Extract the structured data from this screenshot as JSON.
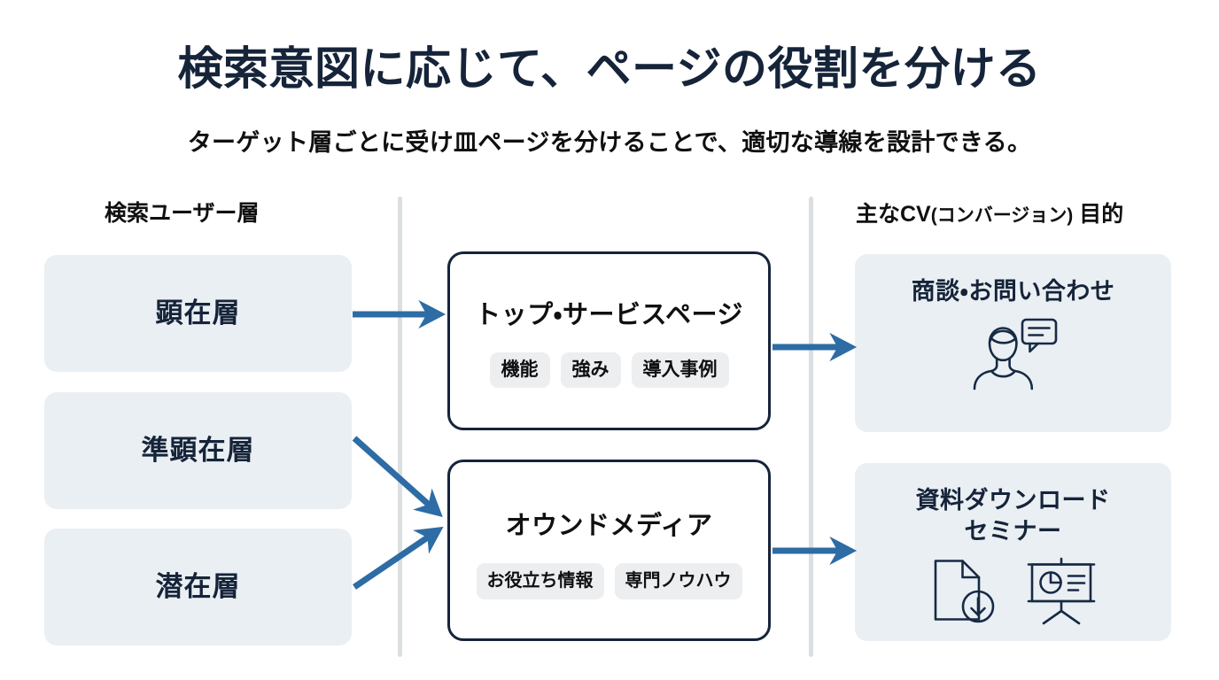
{
  "title": "検索意図に応じて、ページの役割を分ける",
  "subtitle": "ターゲット層ごとに受け皿ページを分けることで、適切な導線を設計できる。",
  "columns": {
    "left_header": "検索ユーザー層",
    "right_header_main": "主なCV",
    "right_header_paren": "(コンバージョン)",
    "right_header_tail": "目的"
  },
  "user_layers": [
    {
      "label": "顕在層"
    },
    {
      "label": "準顕在層"
    },
    {
      "label": "潜在層"
    }
  ],
  "pages": [
    {
      "title": "トップ・サービスページ",
      "tags": [
        "機能",
        "強み",
        "導入事例"
      ]
    },
    {
      "title": "オウンドメディア",
      "tags": [
        "お役立ち情報",
        "専門ノウハウ"
      ]
    }
  ],
  "cv_goals": [
    {
      "title_line1": "商談・お問い合わせ",
      "title_line2": "",
      "icons": [
        "person-speech-bubble-icon"
      ]
    },
    {
      "title_line1": "資料ダウンロード",
      "title_line2": "セミナー",
      "icons": [
        "document-download-icon",
        "presentation-board-icon"
      ]
    }
  ],
  "flows": [
    {
      "from": "顕在層",
      "to": "トップ・サービスページ"
    },
    {
      "from": "準顕在層",
      "to": "オウンドメディア"
    },
    {
      "from": "潜在層",
      "to": "オウンドメディア"
    },
    {
      "from": "トップ・サービスページ",
      "to": "商談・お問い合わせ"
    },
    {
      "from": "オウンドメディア",
      "to": "資料ダウンロード セミナー"
    }
  ],
  "colors": {
    "background": "#ffffff",
    "title_navy": "#16243a",
    "soft_box": "#eaeff3",
    "card_border": "#16243a",
    "tag_grey": "#eceef0",
    "arrow_blue": "#2d6ca4",
    "divider_grey": "#dcdfe2",
    "icon_navy": "#172a45"
  }
}
